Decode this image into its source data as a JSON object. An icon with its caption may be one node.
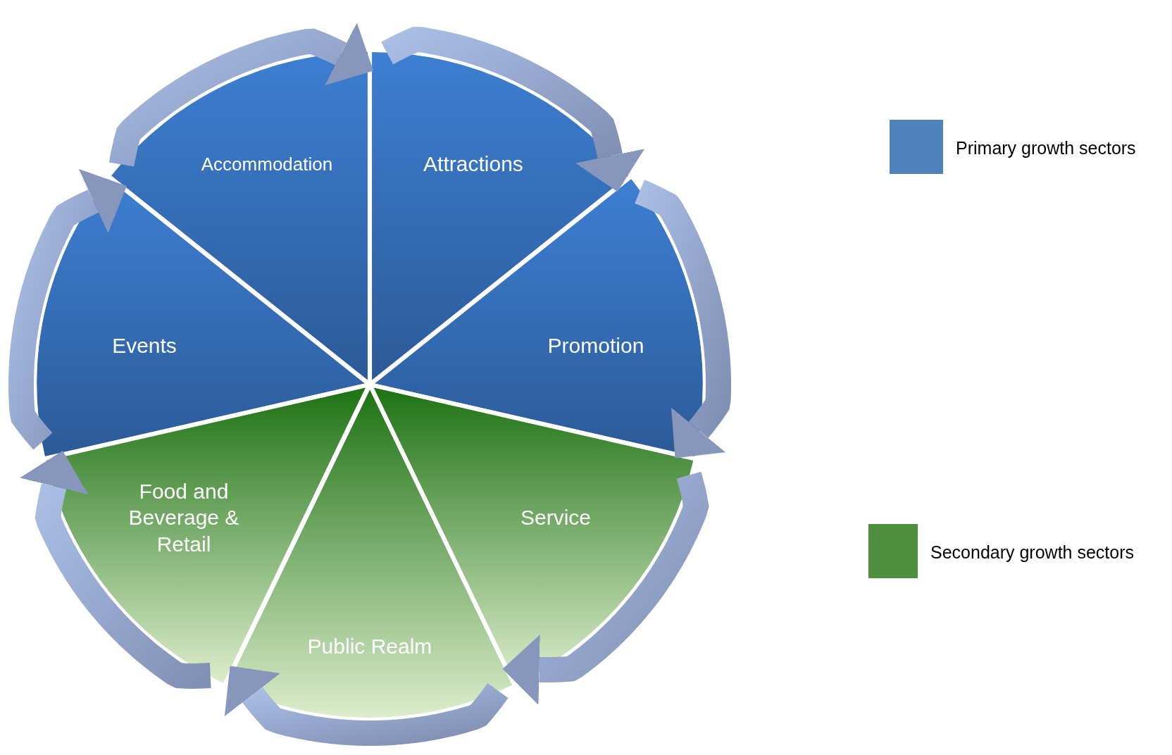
{
  "diagram": {
    "nodes": [
      {
        "text": [
          "Accommodation"
        ]
      },
      {
        "text": [
          "Attractions"
        ]
      },
      {
        "text": [
          "Promotion"
        ]
      },
      {
        "text": [
          "Service"
        ]
      },
      {
        "text": [
          "Public Realm"
        ]
      },
      {
        "text": [
          "Food and Beverage & Retail"
        ]
      },
      {
        "text": [
          "Events"
        ]
      }
    ],
    "edges": [
      {
        "from": 0,
        "to": 1,
        "arrow": "to"
      },
      {
        "from": 1,
        "to": 2,
        "arrow": "to"
      },
      {
        "from": 2,
        "to": 3,
        "arrow": "to"
      },
      {
        "from": 3,
        "to": 4,
        "arrow": "to"
      },
      {
        "from": 4,
        "to": 5,
        "arrow": "to"
      },
      {
        "from": 5,
        "to": 6,
        "arrow": "to"
      },
      {
        "from": 6,
        "to": 0,
        "arrow": "to"
      }
    ],
    "legend": [
      {
        "text": "Primary growth sectors",
        "color": "#4f81bd"
      },
      {
        "text": "Secondary growth sectors",
        "color": "#4e8f3e"
      }
    ]
  }
}
